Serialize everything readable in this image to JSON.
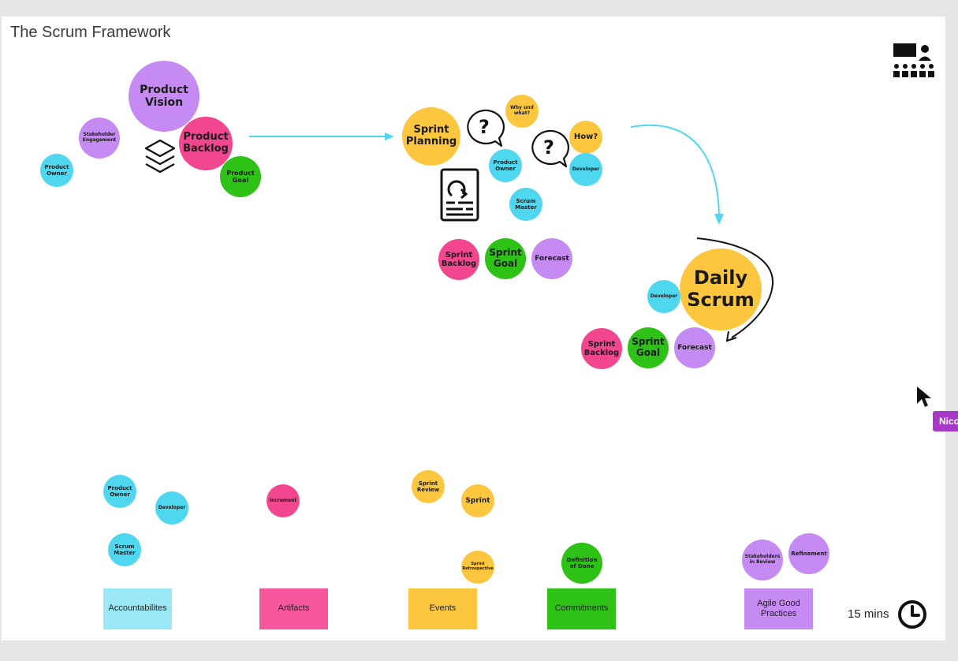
{
  "board": {
    "title": "The Scrum Framework",
    "timer": "15 mins",
    "collaborator": "Nico"
  },
  "icons": {
    "presentation": "presentation-audience-icon",
    "layers": "layers-stack-icon",
    "help_bubble": "question-bubble-icon",
    "document": "scrum-document-icon",
    "cursor": "mouse-pointer-icon",
    "clock": "clock-icon"
  },
  "colors": {
    "cyan": "#4fd7f0",
    "pink": "#f2468f",
    "green": "#2ec217",
    "yellow": "#fcc63f",
    "purple": "#c68bf2",
    "arrow": "#4fd7f0"
  },
  "notes": {
    "product_vision": "Product Vision",
    "product_backlog": "Product Backlog",
    "product_goal": "Product Goal",
    "stakeholder_engagement": "Stakeholder Engagement",
    "product_owner_left": "Product Owner",
    "sprint_planning": "Sprint Planning",
    "why_and_what": "Why und what?",
    "how": "How?",
    "product_owner_planning": "Product Owner",
    "developer_planning": "Developer",
    "scrum_master_planning": "Scrum Master",
    "sprint_backlog_1": "Sprint Backlog",
    "sprint_goal_1": "Sprint Goal",
    "forecast_1": "Forecast",
    "daily_scrum": "Daily Scrum",
    "developer_daily": "Developer",
    "sprint_backlog_2": "Sprint Backlog",
    "sprint_goal_2": "Sprint Goal",
    "forecast_2": "Forecast"
  },
  "legend": {
    "accountabilities": {
      "label": "Accountabilites",
      "items": [
        "Product Owner",
        "Developer",
        "Scrum Master"
      ]
    },
    "artifacts": {
      "label": "Artifacts",
      "items": [
        "Increment"
      ]
    },
    "events": {
      "label": "Events",
      "items": [
        "Sprint Review",
        "Sprint",
        "Sprint Retrospective"
      ]
    },
    "commitments": {
      "label": "Commitments",
      "items": [
        "Definition of Done"
      ]
    },
    "agile_good_practices": {
      "label": "Agile Good Practices",
      "items": [
        "Stakeholders in Review",
        "Refinement"
      ]
    }
  }
}
